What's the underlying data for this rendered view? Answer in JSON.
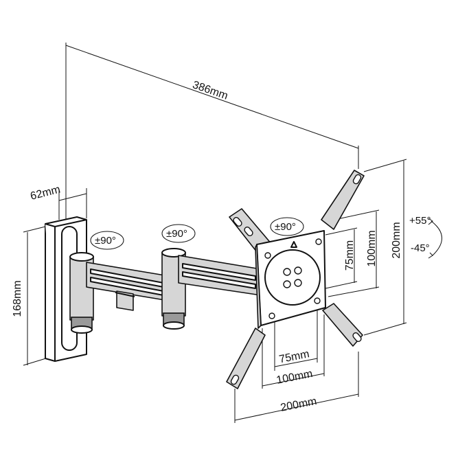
{
  "dimensions": {
    "overall_length": "386mm",
    "wall_plate_width": "62mm",
    "wall_plate_height": "168mm",
    "vesa_outer_height": "200mm",
    "vesa_mid_height": "100mm",
    "vesa_inner_height": "75mm",
    "vesa_inner_width": "75mm",
    "vesa_mid_width": "100mm",
    "vesa_outer_width": "200mm"
  },
  "rotations": {
    "wall_joint": "±90°",
    "arm_joint": "±90°",
    "head_rotation": "±90°",
    "tilt_up": "+55°",
    "tilt_down": "-45°"
  }
}
